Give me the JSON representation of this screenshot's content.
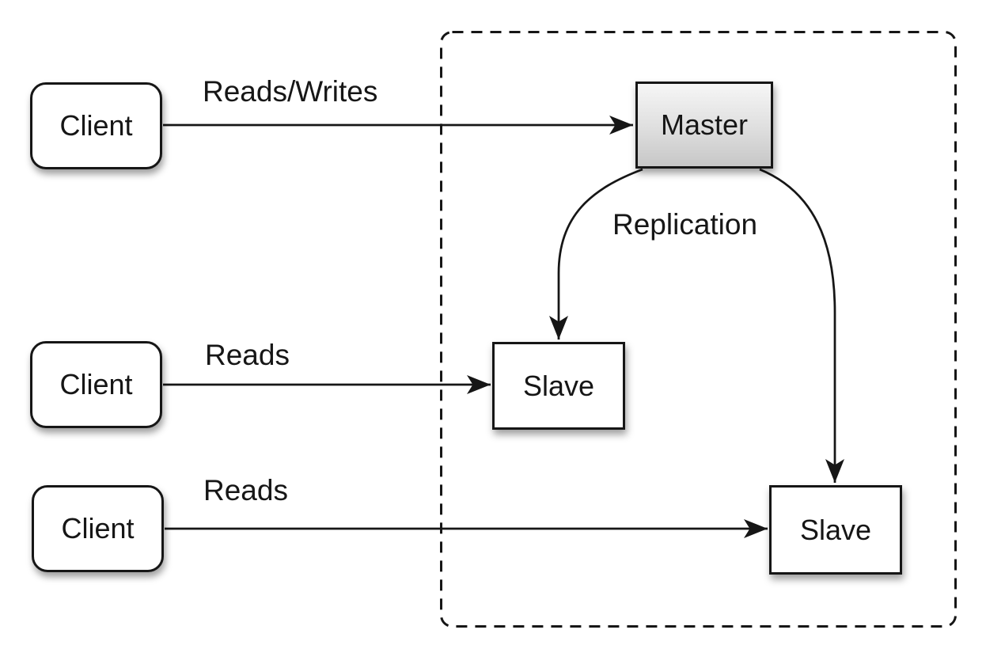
{
  "colors": {
    "background": "#ffffff",
    "stroke": "#161616",
    "master_gradient_top": "#f6f6f6",
    "master_gradient_bottom": "#c7c7c7"
  },
  "nodes": {
    "clients": [
      {
        "id": "client-1",
        "label": "Client"
      },
      {
        "id": "client-2",
        "label": "Client"
      },
      {
        "id": "client-3",
        "label": "Client"
      }
    ],
    "master": {
      "id": "master",
      "label": "Master"
    },
    "slaves": [
      {
        "id": "slave-1",
        "label": "Slave"
      },
      {
        "id": "slave-2",
        "label": "Slave"
      }
    ]
  },
  "edges": [
    {
      "label": "Reads/Writes",
      "from": "client-1",
      "to": "master"
    },
    {
      "label": "Reads",
      "from": "client-2",
      "to": "slave-1"
    },
    {
      "label": "Reads",
      "from": "client-3",
      "to": "slave-2"
    },
    {
      "label": "Replication",
      "from": "master",
      "to": "slave-1, slave-2"
    }
  ]
}
